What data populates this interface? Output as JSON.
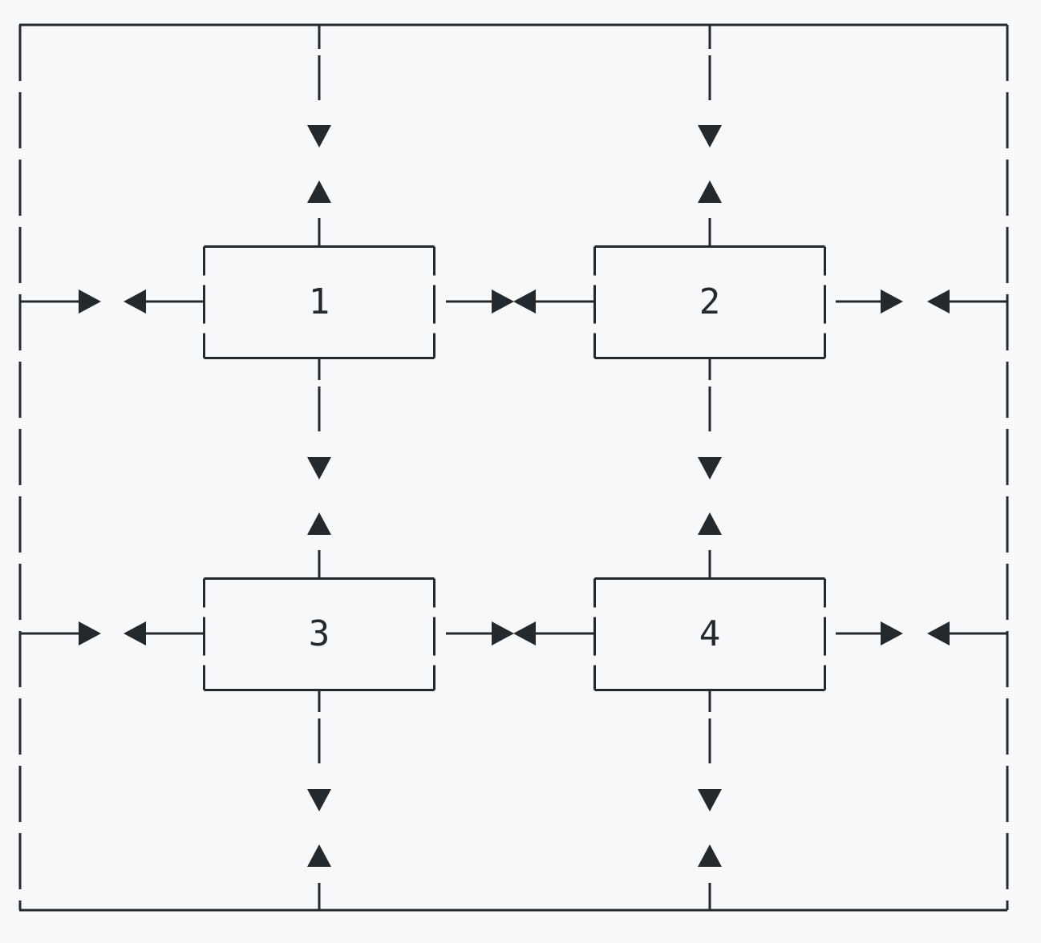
{
  "nodes": [
    {
      "id": "1",
      "label": "1"
    },
    {
      "id": "2",
      "label": "2"
    },
    {
      "id": "3",
      "label": "3"
    },
    {
      "id": "4",
      "label": "4"
    }
  ],
  "colors": {
    "background": "#f6f8fa",
    "stroke": "#24292e"
  }
}
